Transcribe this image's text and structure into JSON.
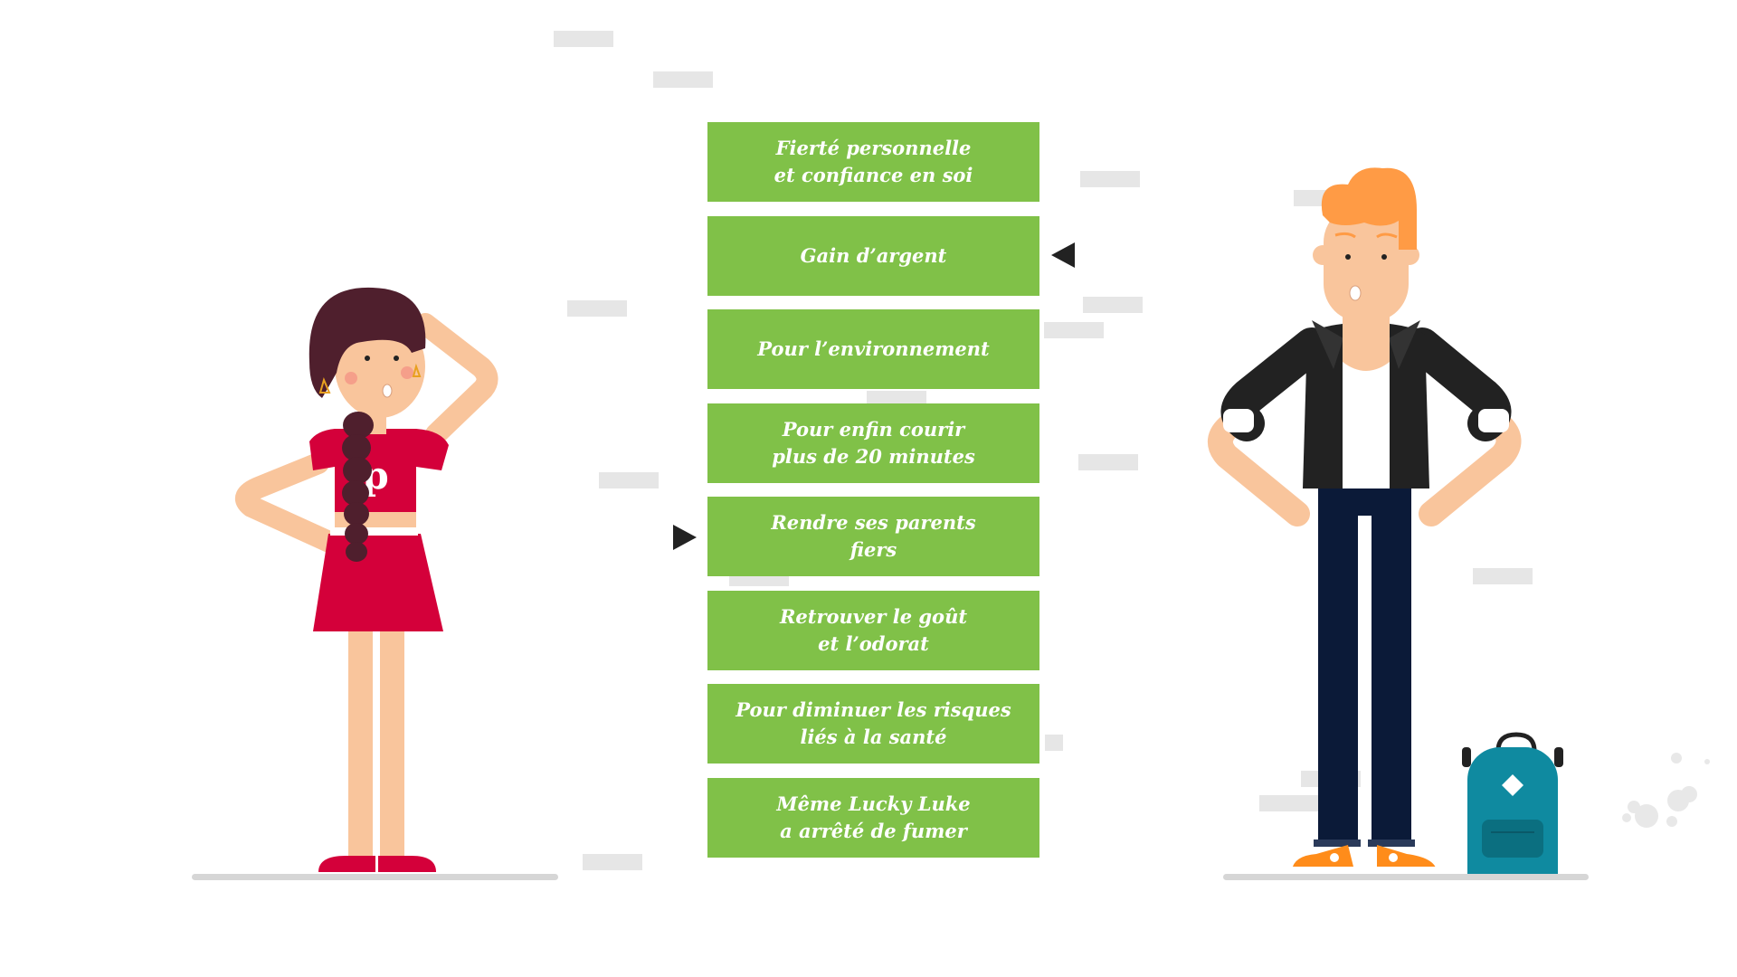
{
  "reasons": [
    {
      "label": "Fierté personnelle\net confiance en soi"
    },
    {
      "label": "Gain d’argent"
    },
    {
      "label": "Pour l’environnement"
    },
    {
      "label": "Pour enfin courir\nplus de 20 minutes"
    },
    {
      "label": "Rendre ses parents\nfiers"
    },
    {
      "label": "Retrouver le goût\net l’odorat"
    },
    {
      "label": "Pour diminuer les risques\nliés à la santé"
    },
    {
      "label": "Même Lucky Luke\na arrêté de fumer"
    }
  ],
  "girl_shirt_logo": "p",
  "colors": {
    "button_green": "#80c148",
    "girl_red": "#d4003a",
    "hair_girl": "#4f1f2d",
    "hair_boy": "#ff9b45",
    "jacket": "#222222",
    "jeans": "#0b1a38",
    "backpack": "#0f8aa0",
    "skin": "#f9c59c"
  },
  "icons": [
    "arrow-left-icon",
    "arrow-right-icon"
  ]
}
